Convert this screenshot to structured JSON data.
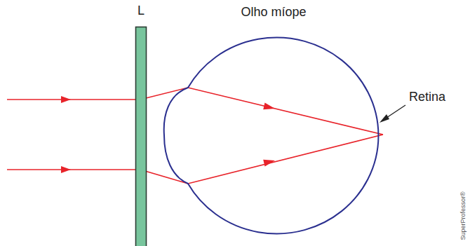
{
  "diagram": {
    "nodes": [
      {
        "text": [
          "L"
        ]
      },
      {
        "text": [
          "Olho míope"
        ]
      }
    ],
    "labels": [
      "Retina",
      "SuperProfessor®"
    ]
  }
}
